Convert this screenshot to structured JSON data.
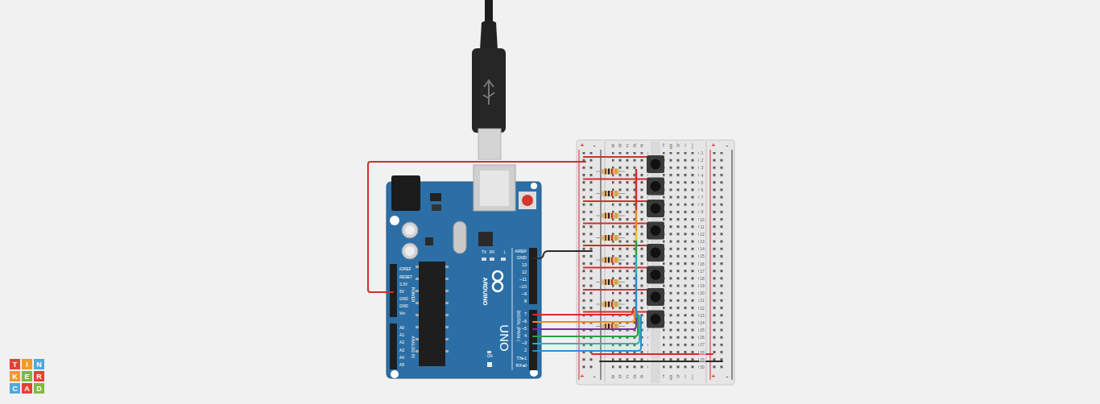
{
  "diagram": {
    "labels": [
      "AREF",
      "GND",
      "13",
      "12",
      "~11",
      "~10",
      "~9",
      "8",
      "7",
      "~6",
      "~5",
      "4",
      "~3",
      "2",
      "TX▸1",
      "RX◂0",
      "DIGITAL (PWM~)",
      "ARDUINO",
      "UNO",
      "IOREF",
      "RESET",
      "3.3V",
      "5V",
      "GND",
      "GND",
      "Vin",
      "POWER",
      "A0",
      "A1",
      "A2",
      "A3",
      "A4",
      "A5",
      "ANALOG IN",
      "TX",
      "RX",
      "L",
      "ON",
      "a",
      "b",
      "c",
      "d",
      "e",
      "f",
      "g",
      "h",
      "i",
      "j",
      "a",
      "b",
      "c",
      "d",
      "e",
      "f",
      "g",
      "h",
      "i",
      "j",
      "1",
      "2",
      "3",
      "4",
      "5",
      "6",
      "7",
      "8",
      "9",
      "10",
      "11",
      "12",
      "13",
      "14",
      "15",
      "16",
      "17",
      "18",
      "19",
      "20",
      "21",
      "22",
      "23",
      "24",
      "25",
      "26",
      "27",
      "28",
      "29",
      "30",
      "+",
      "-",
      "+",
      "-",
      "+",
      "-",
      "+",
      "-",
      "T",
      "I",
      "N",
      "K",
      "E",
      "R",
      "C",
      "A",
      "D"
    ]
  }
}
